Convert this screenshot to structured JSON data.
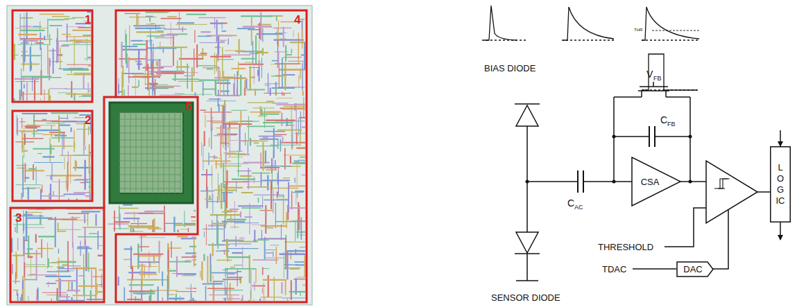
{
  "diagram": {
    "nodes": [
      {
        "text": [
          "CSA"
        ]
      },
      {
        "text": [
          "DAC"
        ]
      },
      {
        "text": [
          "LOGIC"
        ]
      }
    ],
    "labels": [
      "1",
      "2",
      "3",
      "4",
      "5",
      "BIAS DIODE",
      "V",
      "FB",
      "C",
      "FB",
      "C",
      "AC",
      "THR",
      "THRESHOLD",
      "TDAC",
      "SENSOR DIODE"
    ]
  }
}
